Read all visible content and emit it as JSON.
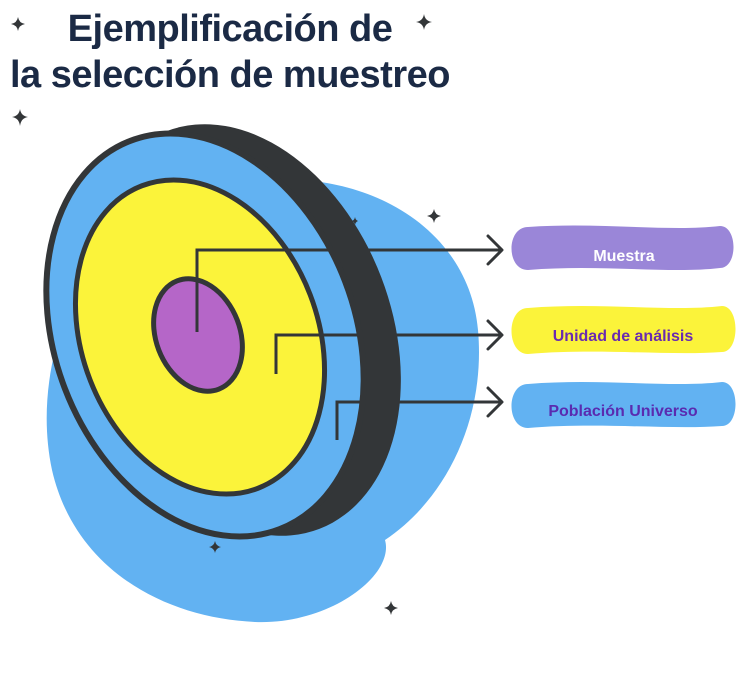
{
  "title": {
    "line1": "Ejemplificación de",
    "line2": "la selección de muestreo"
  },
  "labels": {
    "muestra": "Muestra",
    "unidad": "Unidad de análisis",
    "poblacion": "Población Universo"
  },
  "colors": {
    "title": "#1b2a45",
    "blue_blob": "#62b2f2",
    "outer_ring": "#62b2f2",
    "rim": "#333638",
    "middle": "#fbf33a",
    "inner": "#b566c8",
    "pill_muestra": "#9a86d8",
    "pill_unidad": "#fbf33a",
    "pill_poblacion": "#62b2f2",
    "text_muestra": "#ffffff",
    "text_unidad": "#6a2bb0",
    "text_poblacion": "#5a2bb0"
  },
  "icons": [
    "sparkle-icon"
  ]
}
